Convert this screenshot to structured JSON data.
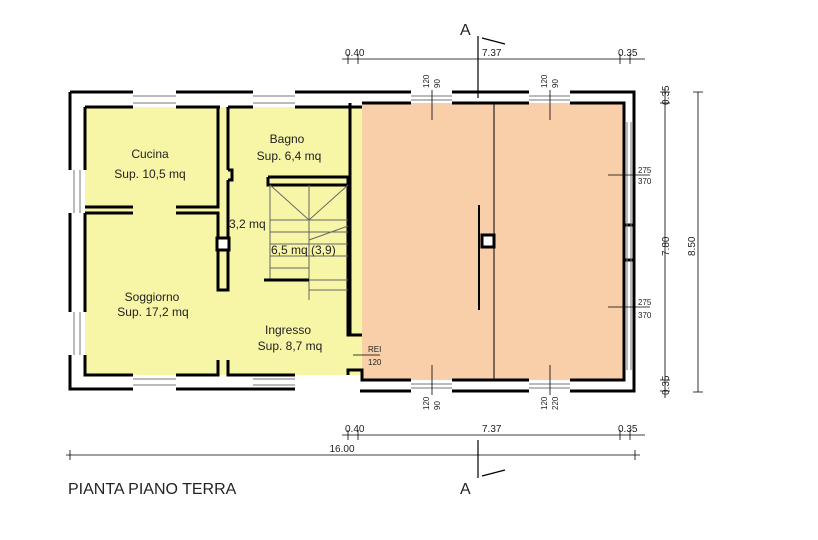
{
  "title": "PIANTA PIANO TERRA",
  "section_marker": "A",
  "rooms": {
    "cucina": {
      "name": "Cucina",
      "area": "Sup. 10,5 mq"
    },
    "bagno": {
      "name": "Bagno",
      "area": "Sup. 6,4 mq"
    },
    "disimpegno": {
      "area": "3,2 mq"
    },
    "scala": {
      "area": "6,5 mq (3,9)"
    },
    "soggiorno": {
      "name": "Soggiorno",
      "area": "Sup. 17,2 mq"
    },
    "ingresso": {
      "name": "Ingresso",
      "area": "Sup. 8,7 mq"
    }
  },
  "fire_door": {
    "top": "REI",
    "bottom": "120"
  },
  "window_labels": {
    "top_left": [
      "120",
      "90"
    ],
    "top_right": [
      "120",
      "90"
    ],
    "bottom_left": [
      "120",
      "90"
    ],
    "bottom_right": [
      "120",
      "220"
    ],
    "side_top": [
      "275",
      "370"
    ],
    "side_bottom": [
      "275",
      "370"
    ]
  },
  "dimensions": {
    "top": [
      "0.40",
      "7.37",
      "0.35"
    ],
    "bottom": [
      "0.40",
      "7.37",
      "0.35"
    ],
    "total_width": "16.00",
    "right_inner": [
      "0.35",
      "7.80",
      "0.35"
    ],
    "total_height": "8.50"
  },
  "colors": {
    "living": "#f7f5a6",
    "garage": "#f9cfa9",
    "wall": "#000000"
  }
}
